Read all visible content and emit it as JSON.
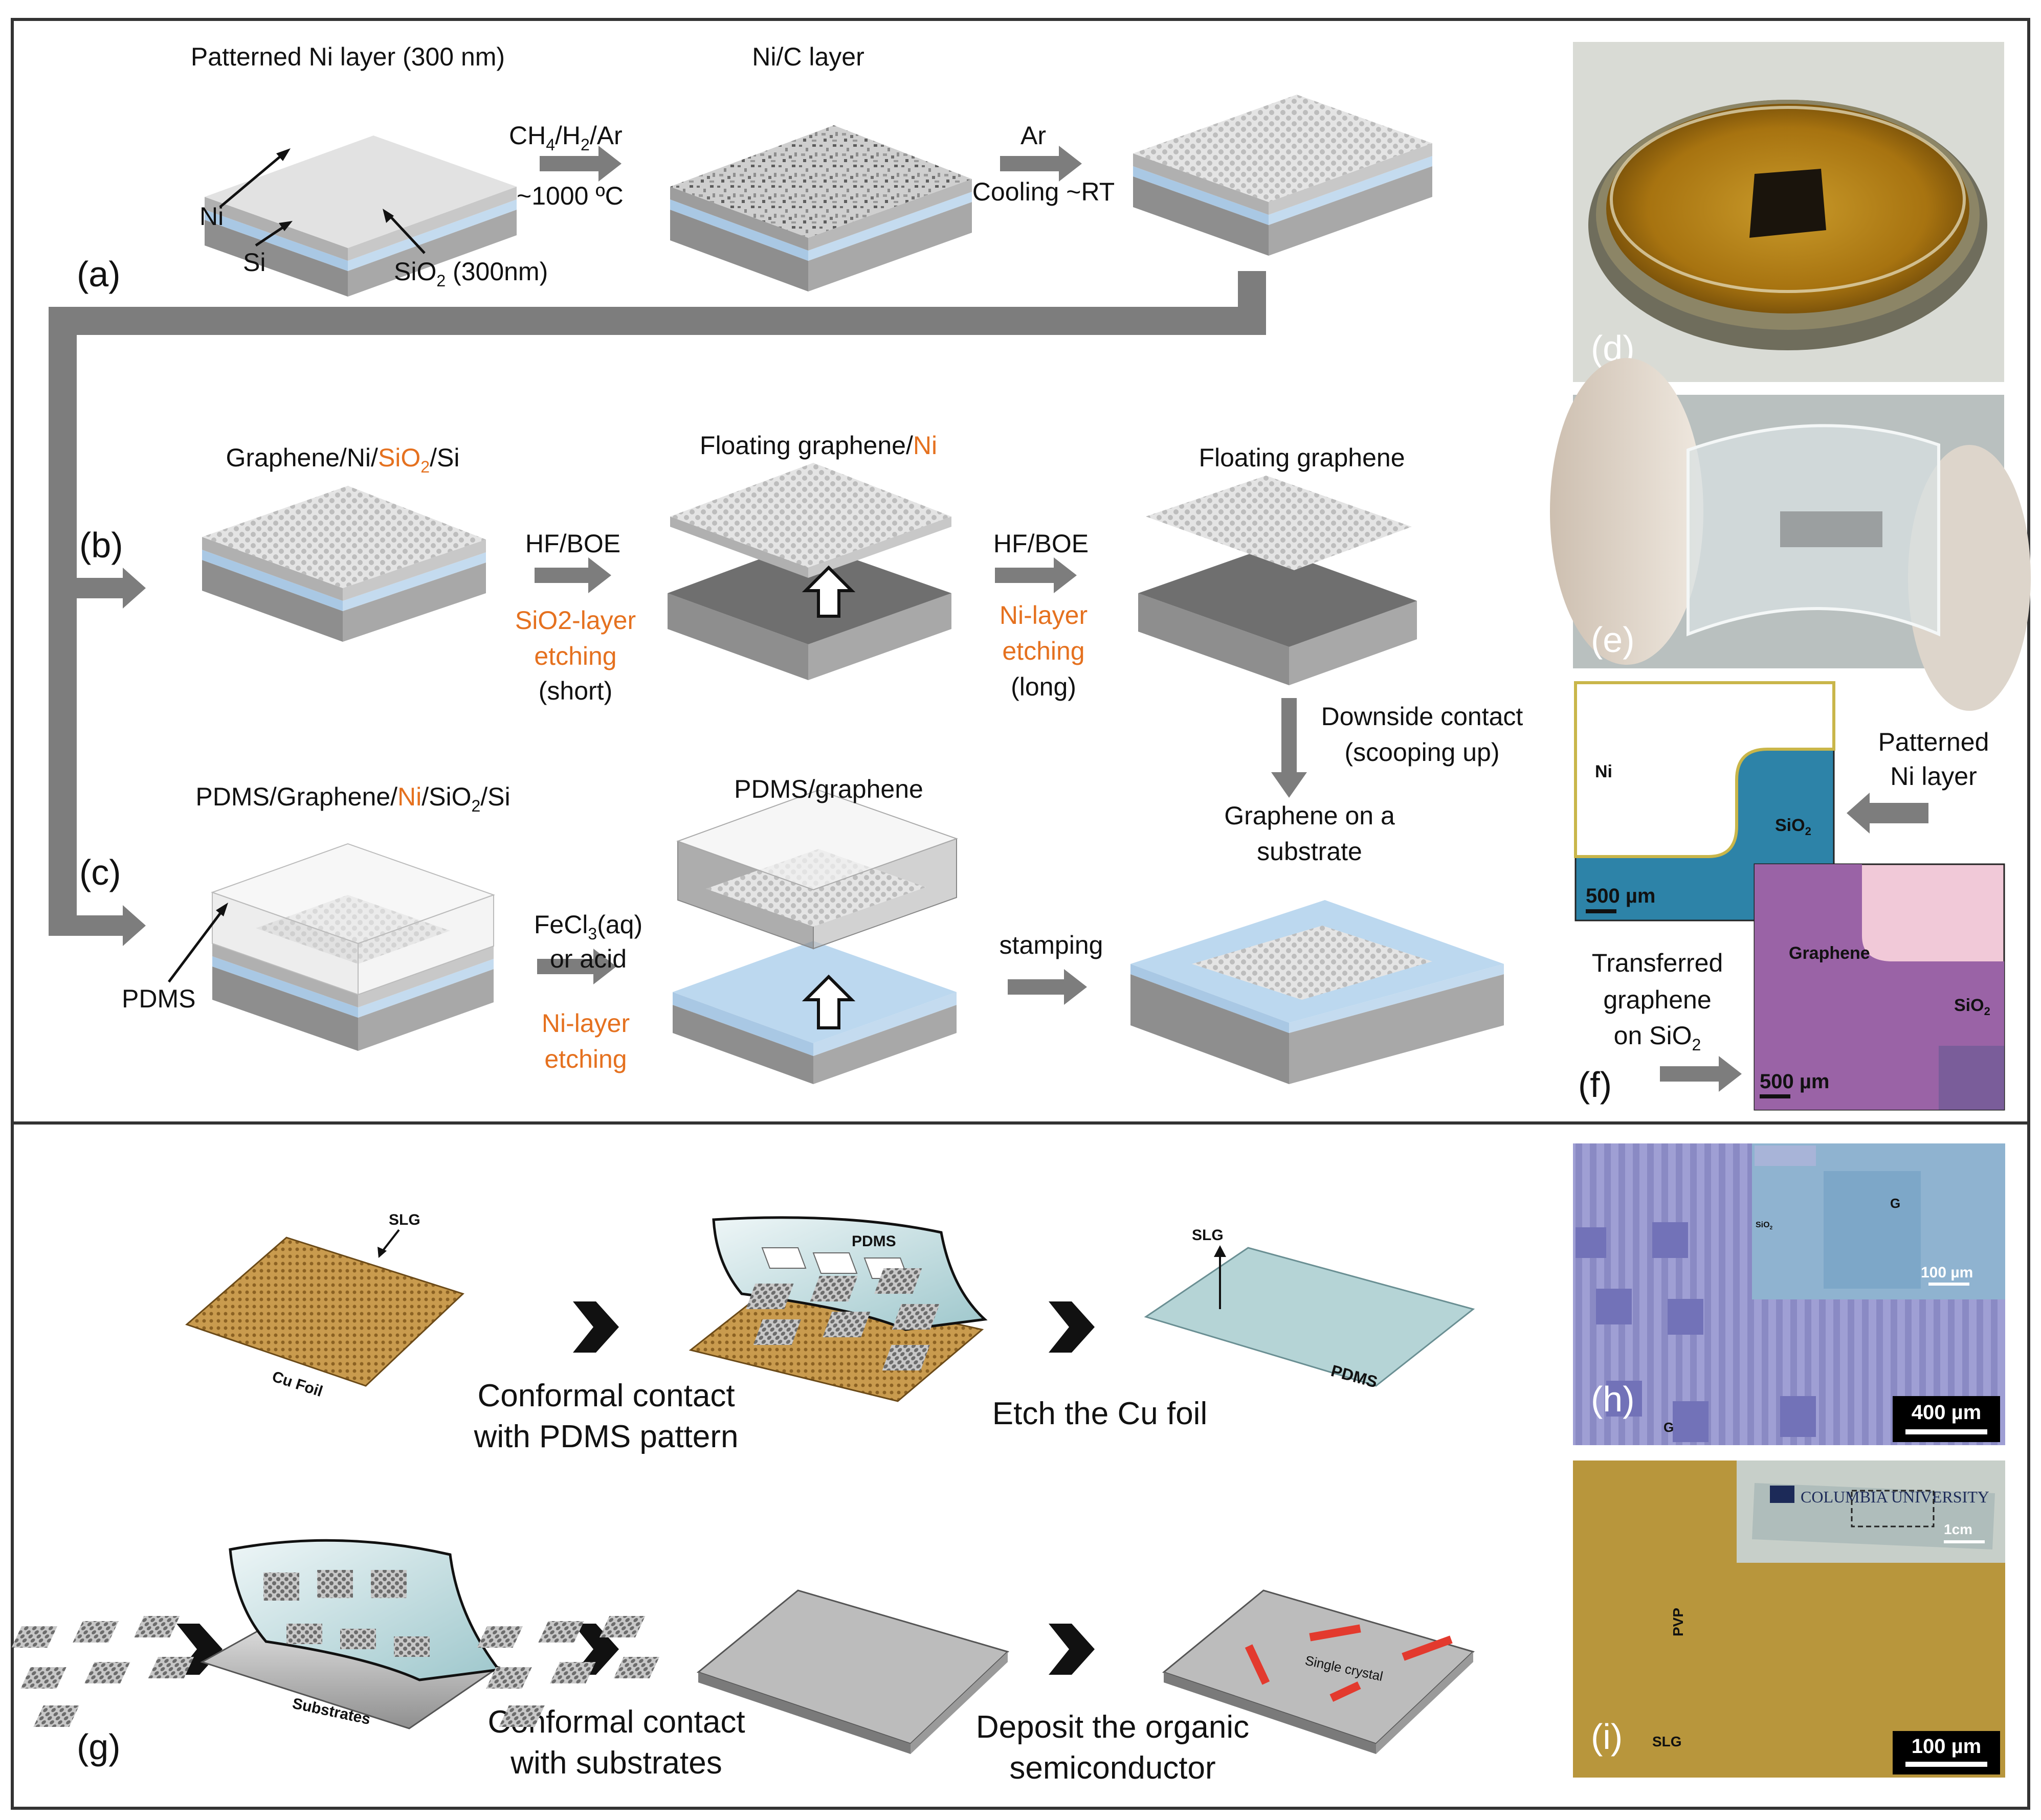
{
  "colors": {
    "orange": "#e5711f",
    "arrow_gray": "#7d7d7d",
    "si_side": "#9c9c9c",
    "si_dark": "#6f6f6f",
    "oxide_blue": "#b7d3ea",
    "ni_top": "#dcdcdc",
    "cu_gold": "#b98a3c",
    "pdms_blue": "#cfe3e6"
  },
  "panel_a": {
    "label": "(a)",
    "title_patterned": "Patterned Ni layer (300 nm)",
    "label_ni": "Ni",
    "label_si": "Si",
    "label_sio2": "SiO",
    "label_sio2_sub": "2",
    "label_sio2_tail": " (300nm)",
    "step1_gas_a": "CH",
    "step1_gas_sub1": "4",
    "step1_gas_b": "/H",
    "step1_gas_sub2": "2",
    "step1_gas_c": "/Ar",
    "step1_temp": "~1000 ºC",
    "title_nic": "Ni/C layer",
    "step2_gas": "Ar",
    "step2_cool": "Cooling ~RT"
  },
  "panel_b": {
    "label": "(b)",
    "title1_a": "Graphene/Ni/",
    "title1_b": "SiO",
    "title1_sub": "2",
    "title1_c": "/Si",
    "step1_reagent": "HF/BOE",
    "step1_note_l1": "SiO2-layer",
    "step1_note_l2": "etching",
    "step1_note_l3": "(short)",
    "title2_a": "Floating graphene/",
    "title2_b": "Ni",
    "step2_reagent": "HF/BOE",
    "step2_note_l1": "Ni-layer",
    "step2_note_l2": "etching",
    "step2_note_l3": "(long)",
    "title3": "Floating graphene",
    "down_l1": "Downside contact",
    "down_l2": "(scooping up)",
    "result_l1": "Graphene on a",
    "result_l2": "substrate"
  },
  "panel_c": {
    "label": "(c)",
    "title1_a": "PDMS/Graphene/",
    "title1_b": "Ni",
    "title1_c": "/SiO",
    "title1_sub": "2",
    "title1_d": "/Si",
    "label_pdms": "PDMS",
    "step1_a": "FeCl",
    "step1_sub": "3",
    "step1_b": "(aq)",
    "step1_l2": "or acid",
    "step1_note_l1": "Ni-layer",
    "step1_note_l2": "etching",
    "title2": "PDMS/graphene",
    "step2": "stamping"
  },
  "panel_d": {
    "label": "(d)"
  },
  "panel_e": {
    "label": "(e)"
  },
  "panel_f": {
    "label": "(f)",
    "top_ni": "Ni",
    "top_sio2": "SiO",
    "top_sio2_sub": "2",
    "top_scale": "500 µm",
    "side_l1": "Patterned",
    "side_l2": "Ni layer",
    "bot_graphene": "Graphene",
    "bot_sio2": "SiO",
    "bot_sio2_sub": "2",
    "bot_scale": "500 µm",
    "trans_l1": "Transferred",
    "trans_l2": "graphene",
    "trans_l3": "on SiO",
    "trans_sub": "2"
  },
  "panel_g": {
    "label": "(g)",
    "slg": "SLG",
    "cu_foil": "Cu Foil",
    "pdms": "PDMS",
    "step1_l1": "Conformal contact",
    "step1_l2": "with PDMS pattern",
    "slg2": "SLG",
    "pdms2": "PDMS",
    "step2": "Etch the Cu foil",
    "substrates": "Substrates",
    "step3_l1": "Conformal contact",
    "step3_l2": "with substrates",
    "single_crystal": "Single crystal",
    "step4_l1": "Deposit the organic",
    "step4_l2": "semiconductor"
  },
  "panel_h": {
    "label": "(h)",
    "g_top": "G",
    "sio2": "SiO",
    "sio2_sub": "2",
    "inset_scale": "100 µm",
    "g_bottom": "G",
    "scale": "400 µm"
  },
  "panel_i": {
    "label": "(i)",
    "logo_text": "COLUMBIA UNIVERSITY",
    "inset_scale": "1cm",
    "pvp": "PVP",
    "slg": "SLG",
    "scale": "100 µm"
  }
}
